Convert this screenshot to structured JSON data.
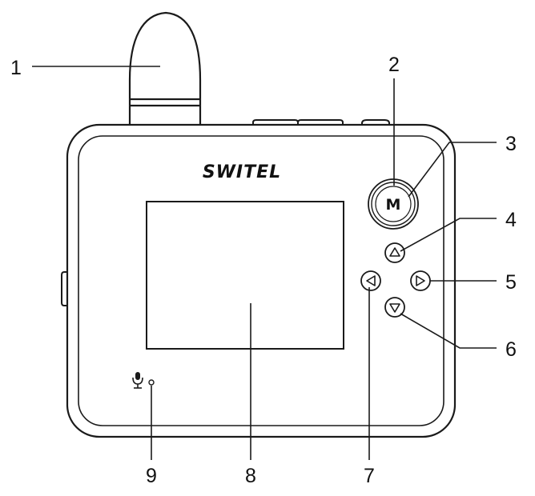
{
  "device": {
    "brand": "SWITEL",
    "menu_button_label": "M"
  },
  "callouts": [
    {
      "id": "1",
      "label": "1"
    },
    {
      "id": "2",
      "label": "2"
    },
    {
      "id": "3",
      "label": "3"
    },
    {
      "id": "4",
      "label": "4"
    },
    {
      "id": "5",
      "label": "5"
    },
    {
      "id": "6",
      "label": "6"
    },
    {
      "id": "7",
      "label": "7"
    },
    {
      "id": "8",
      "label": "8"
    },
    {
      "id": "9",
      "label": "9"
    }
  ],
  "colors": {
    "line": "#1a1a1a",
    "background": "#ffffff"
  }
}
